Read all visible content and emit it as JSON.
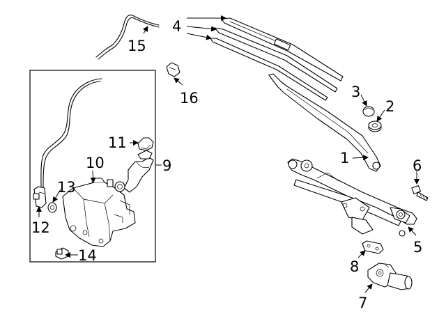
{
  "callouts": [
    {
      "id": "1",
      "text": "1"
    },
    {
      "id": "2",
      "text": "2"
    },
    {
      "id": "3",
      "text": "3"
    },
    {
      "id": "4",
      "text": "4"
    },
    {
      "id": "5",
      "text": "5"
    },
    {
      "id": "6",
      "text": "6"
    },
    {
      "id": "7",
      "text": "7"
    },
    {
      "id": "8",
      "text": "8"
    },
    {
      "id": "9",
      "text": "9"
    },
    {
      "id": "10",
      "text": "10"
    },
    {
      "id": "11",
      "text": "11"
    },
    {
      "id": "12",
      "text": "12"
    },
    {
      "id": "13",
      "text": "13"
    },
    {
      "id": "14",
      "text": "14"
    },
    {
      "id": "15",
      "text": "15"
    },
    {
      "id": "16",
      "text": "16"
    }
  ],
  "colors": {
    "ink": "#000000",
    "background": "#ffffff"
  }
}
